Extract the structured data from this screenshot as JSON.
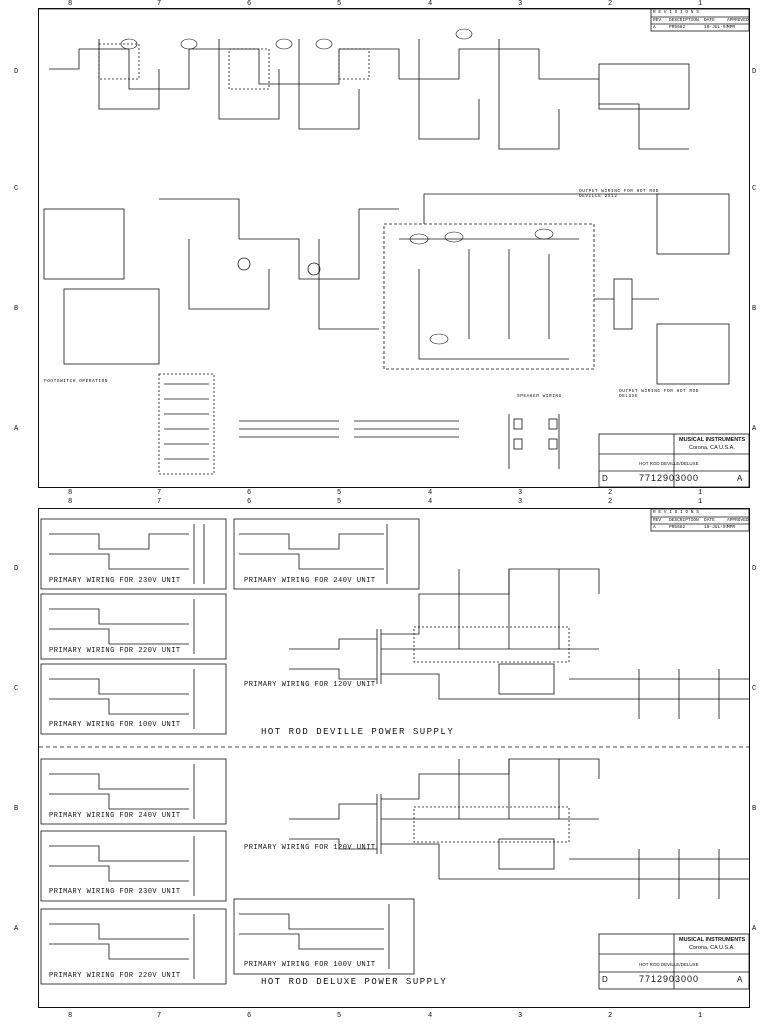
{
  "zones": [
    "8",
    "7",
    "6",
    "5",
    "4",
    "3",
    "2",
    "1"
  ],
  "rows_top": [
    "D",
    "C",
    "B",
    "A"
  ],
  "rows_bottom": [
    "D",
    "C",
    "B",
    "A"
  ],
  "sheet1": {
    "revisions_title": "R E V I S I O N S",
    "rev_headers": [
      "REV",
      "DESCRIPTION",
      "DATE",
      "APPROVED"
    ],
    "rev_row": [
      "A",
      "PR5682",
      "10-JUL-97",
      "MPR"
    ],
    "footswitch_title": "FOOTSWITCH OPERATION",
    "speaker_wiring": "SPEAKER WIRING",
    "output_deville": "OUTPUT WIRING FOR HOT ROD DEVILLE 2X12",
    "output_deluxe": "OUTPUT WIRING FOR HOT ROD DELUXE",
    "company": "MUSICAL INSTRUMENTS",
    "location": "Corona, CA U.S.A.",
    "doc_title": "HOT ROD DEVILLE/DELUXE",
    "size": "D",
    "drawing_no": "7712903000",
    "rev": "A"
  },
  "sheet2": {
    "primary_230": "PRIMARY WIRING FOR 230V UNIT",
    "primary_240": "PRIMARY WIRING FOR 240V UNIT",
    "primary_220": "PRIMARY WIRING FOR 220V UNIT",
    "primary_100": "PRIMARY WIRING FOR 100V UNIT",
    "primary_120": "PRIMARY WIRING FOR 120V UNIT",
    "deville_ps": "HOT ROD DEVILLE POWER SUPPLY",
    "deluxe_ps": "HOT ROD DELUXE POWER SUPPLY",
    "company": "MUSICAL INSTRUMENTS",
    "location": "Corona, CA U.S.A.",
    "doc_title": "HOT ROD DEVILLE/DELUXE",
    "size": "D",
    "drawing_no": "7712903000",
    "rev": "A",
    "revisions_title": "R E V I S I O N S",
    "rev_headers": [
      "REV",
      "DESCRIPTION",
      "DATE",
      "APPROVED"
    ],
    "rev_row": [
      "A",
      "PR5682",
      "10-JUL-97",
      "MPR"
    ]
  }
}
